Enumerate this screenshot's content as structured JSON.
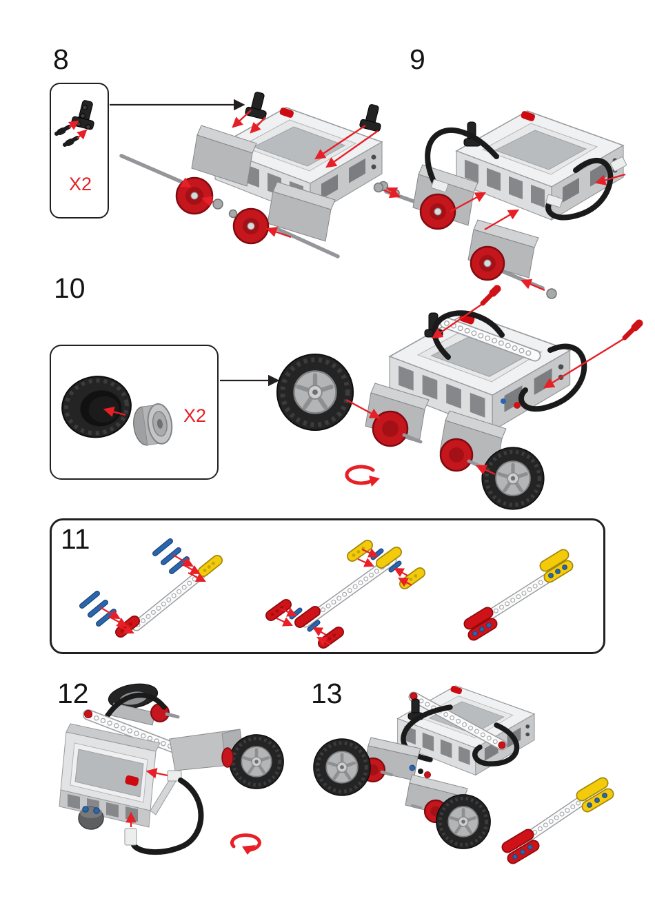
{
  "steps": {
    "s8": {
      "number": "8",
      "callout_quantity": "X2"
    },
    "s9": {
      "number": "9"
    },
    "s10": {
      "number": "10",
      "callout_quantity": "X2"
    },
    "s11": {
      "number": "11"
    },
    "s12": {
      "number": "12"
    },
    "s13": {
      "number": "13"
    }
  },
  "icons": {
    "leader_arrow": "black-leader-arrow",
    "rotate_symbol": "red-rotate-arrow",
    "step8_callout_parts": "black-angle-bracket-with-two-pins",
    "step10_callout_parts": "tire-and-wheel-rim"
  },
  "colors": {
    "accent_red": "#e71f26",
    "line_black": "#231f20",
    "page_bg": "#ffffff",
    "lego_red": "#cf1217",
    "lego_yellow": "#f3cb0b",
    "lego_blue_pin": "#2a66b0",
    "body_grey": "#d9dadb",
    "tire_black": "#242424"
  }
}
